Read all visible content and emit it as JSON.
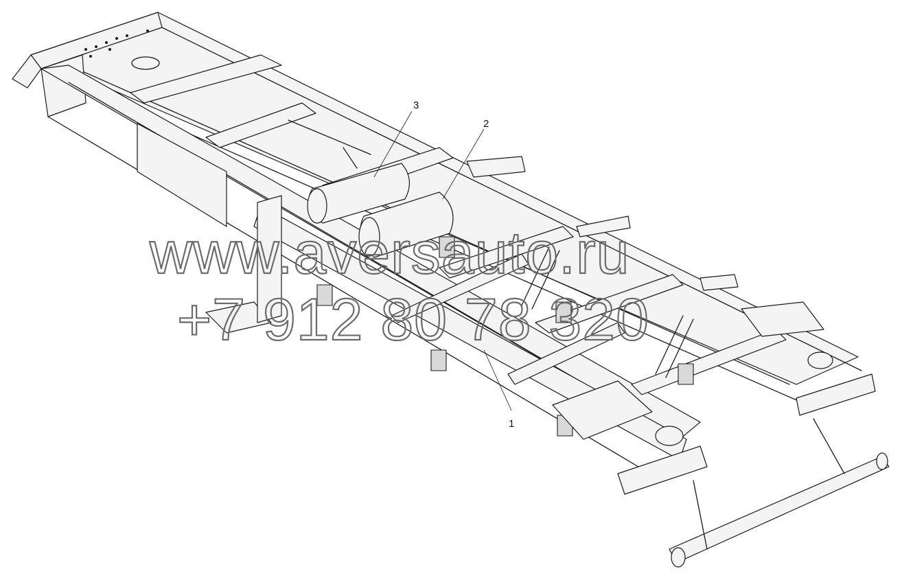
{
  "callouts": [
    {
      "id": "1",
      "label": "1"
    },
    {
      "id": "2",
      "label": "2"
    },
    {
      "id": "3",
      "label": "3"
    }
  ],
  "watermark": {
    "line1": "www.aversauto.ru",
    "line2": "+7 912 80 78 320"
  },
  "colors": {
    "ink": "#1a1a1a",
    "background": "#ffffff",
    "watermark": "#6b6b6b"
  }
}
